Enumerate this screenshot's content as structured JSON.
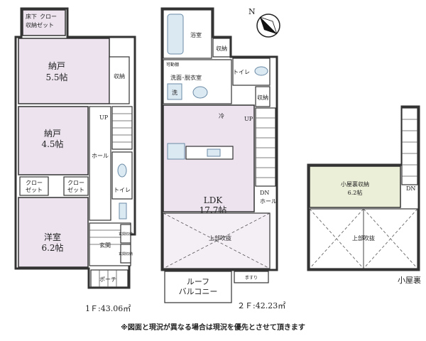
{
  "floor1": {
    "area_label": "1Ｆ:43.06㎡",
    "storage_closet": [
      "床下",
      "クロー",
      "収納ゼット"
    ],
    "room_a": {
      "name": "納戸",
      "size": "5.5帖"
    },
    "room_b": {
      "name": "納戸",
      "size": "4.5帖"
    },
    "room_c": {
      "name": "洋室",
      "size": "6.2帖"
    },
    "storage": "収納",
    "closet_left": [
      "クロー",
      "ゼット"
    ],
    "closet_right": [
      "クロー",
      "ゼット"
    ],
    "hall": "ホール",
    "toilet": "トイレ",
    "up": "UP",
    "entrance": "玄関",
    "shoe1": "玄関収納",
    "shoe2": "玄関収納",
    "porch": "ポーチ"
  },
  "floor2": {
    "area_label": "２Ｆ:42.23㎡",
    "bath": "浴室",
    "storage_top": "収納",
    "movable_shelf": "可動棚",
    "washroom": "洗面･脱衣室",
    "wash_mark": "洗",
    "toilet": "トイレ",
    "storage_side": "収納",
    "fridge_mark": "冷",
    "up": "UP",
    "ldk_name": "LDK",
    "ldk_size": "17.7帖",
    "dn": "DN",
    "hall": "ホール",
    "void": "上部吹抜",
    "roof_balcony": [
      "ルーフ",
      "バルコニー"
    ],
    "handrail": "手すり"
  },
  "loft": {
    "storage": [
      "小屋裏収納",
      "6.2帖"
    ],
    "dn": "DN",
    "void": "上部吹抜",
    "label": "小屋裏"
  },
  "compass": {
    "north": "N"
  },
  "note": "※図面と現況が異なる場合は現況を優先とさせて頂きます"
}
